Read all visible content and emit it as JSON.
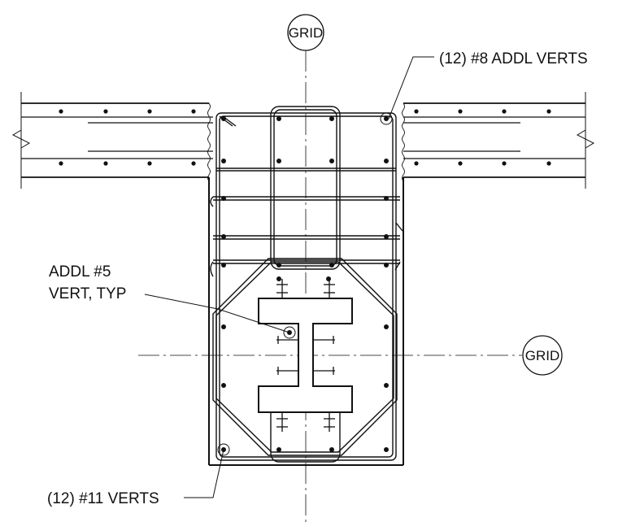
{
  "grid_labels": {
    "vertical": "GRID",
    "horizontal": "GRID"
  },
  "callouts": {
    "top": "(12) #8 ADDL VERTS",
    "middle_line1": "ADDL #5",
    "middle_line2": "VERT, TYP",
    "bottom": "(12) #11 VERTS"
  },
  "colors": {
    "line": "#111111",
    "background": "#ffffff"
  }
}
